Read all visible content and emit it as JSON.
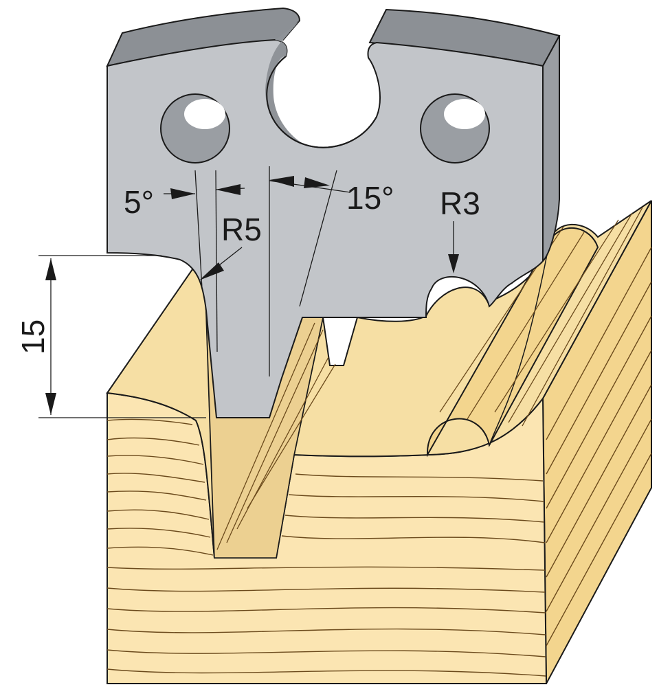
{
  "diagram": {
    "labels": {
      "angle_left": "5°",
      "angle_right": "15°",
      "radius_left": "R5",
      "radius_right": "R3",
      "depth": "15"
    },
    "colors": {
      "blade_face": "#c2c5c9",
      "blade_top": "#8c9095",
      "blade_side": "#9a9ea3",
      "blade_inner_shadow": "#8f9398",
      "wood_top": "#f6dfa4",
      "wood_front": "#fbe5b2",
      "wood_side": "#f3d58e",
      "wood_groove": "#ecd091",
      "wood_grain": "#6b4a1c",
      "outline": "#1a1a1a"
    },
    "icons": {
      "profile_knife": "profile-knife-blade",
      "wood_block": "moulded-wood-block"
    }
  }
}
